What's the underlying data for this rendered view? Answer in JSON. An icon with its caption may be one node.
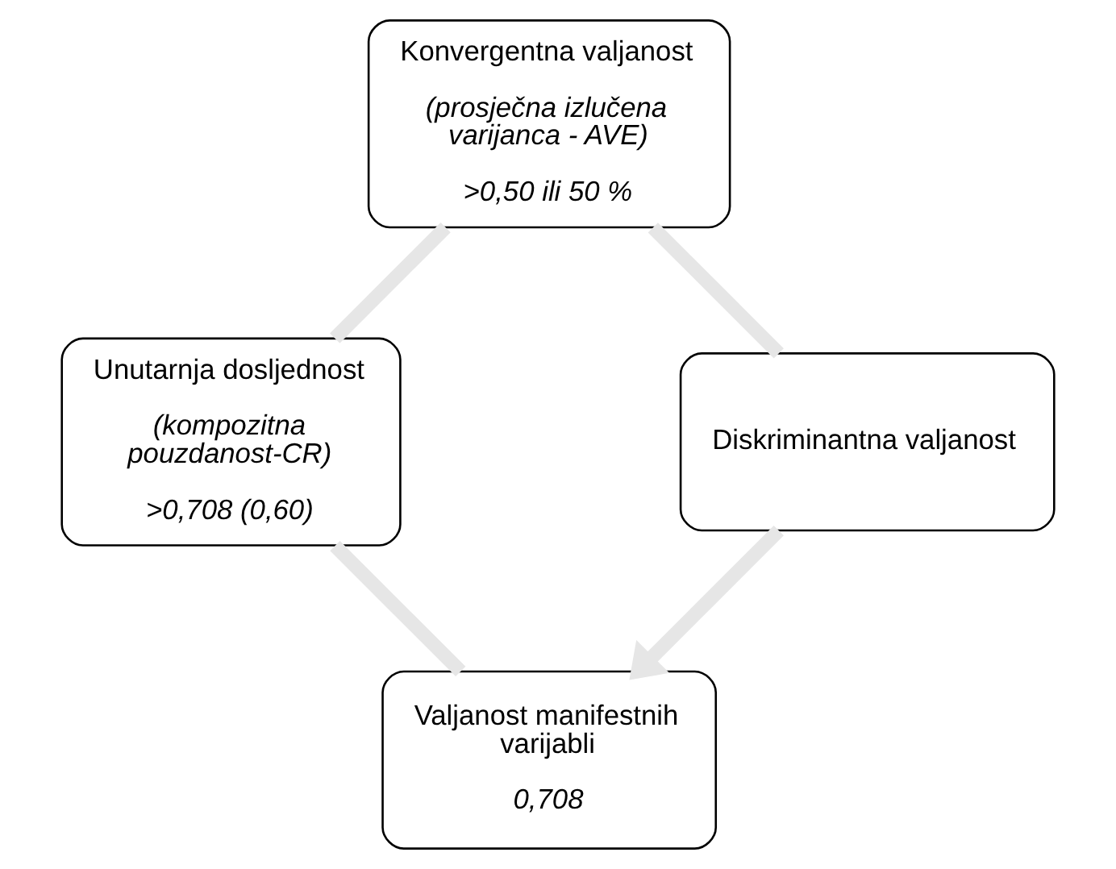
{
  "diagram": {
    "nodes": [
      {
        "text": [
          "Valjanost manifestnih varijabli",
          "0,708"
        ]
      },
      {
        "text": [
          "Unutarnja dosljednost",
          "(kompozitna pouzdanost-CR)",
          ">0,708 (0,60)"
        ]
      },
      {
        "text": [
          "Konvergentna valjanost",
          "(prosječna izlučena varijanca - AVE)",
          ">0,50 ili 50 %"
        ]
      },
      {
        "text": [
          "Diskriminantna valjanost"
        ]
      }
    ],
    "edges": [
      {
        "from": 0,
        "to": 1,
        "arrow": "none"
      },
      {
        "from": 1,
        "to": 2,
        "arrow": "none"
      },
      {
        "from": 2,
        "to": 3,
        "arrow": "none"
      },
      {
        "from": 3,
        "to": 0,
        "arrow": "to"
      }
    ]
  }
}
